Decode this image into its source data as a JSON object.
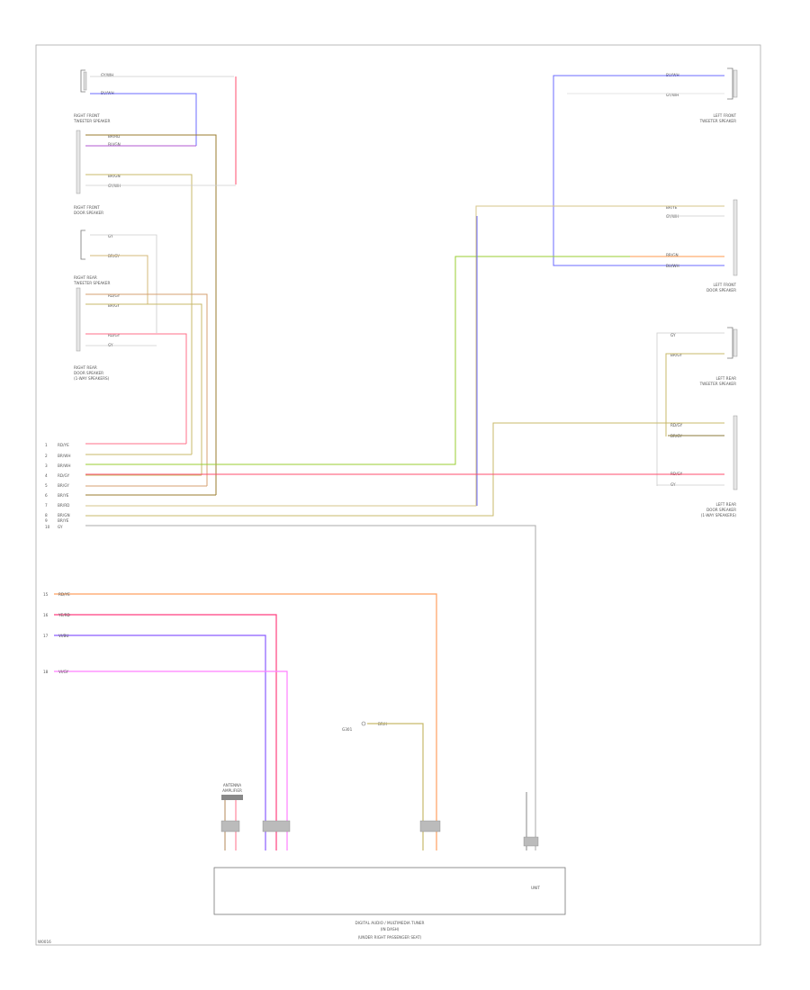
{
  "components": {
    "right_front_tweeter": [
      "RIGHT FRONT",
      "TWEETER SPEAKER"
    ],
    "right_front_door": [
      "RIGHT FRONT",
      "DOOR SPEAKER"
    ],
    "right_rear_tweeter": [
      "RIGHT REAR",
      "TWEETER SPEAKER"
    ],
    "right_rear_door": [
      "RIGHT REAR",
      "DOOR SPEAKER",
      "(1-WAY SPEAKERS)"
    ],
    "left_front_tweeter": [
      "LEFT FRONT",
      "TWEETER SPEAKER"
    ],
    "left_front_door": [
      "LEFT FRONT",
      "DOOR SPEAKER"
    ],
    "left_rear_tweeter": [
      "LEFT REAR",
      "TWEETER SPEAKER"
    ],
    "left_rear_door": [
      "LEFT REAR",
      "DOOR SPEAKER",
      "(1-WAY SPEAKERS)"
    ],
    "receiver": [
      "DIGITAL AUDIO / MULTIMEDIA TUNER",
      "(IN DASH)",
      "(UNDER RIGHT PASSENGER SEAT)"
    ],
    "antenna": [
      "ANTENNA",
      "AMPLIFIER"
    ],
    "ground": "G301",
    "unit_tag": "UNIT"
  },
  "wires": {
    "rf_tweeter": [
      "GY/WH",
      "BU/WH"
    ],
    "rf_door": [
      "BR/RD",
      "BU/GN",
      "BR/GN",
      "GY/WH"
    ],
    "rr_tweeter": [
      "GY",
      "BR/GY"
    ],
    "rr_door": [
      "RD/GY",
      "BR/GY",
      "RD/GY",
      "GY"
    ],
    "lf_tweeter": [
      "BU/WH",
      "GY/WH"
    ],
    "lf_door": [
      "BR/YE",
      "GY/WH",
      "BR/GN",
      "BU/WH"
    ],
    "lr_tweeter": [
      "GY",
      "BR/GY"
    ],
    "lr_door": [
      "RD/GY",
      "BR/GY",
      "RD/GY",
      "GY"
    ],
    "harness": [
      "RD/YE",
      "BR/WH",
      "BR/WH",
      "RD/GY",
      "BR/GY",
      "BR/YE",
      "BR/RD",
      "BR/GN",
      "BR/YE",
      "GY"
    ],
    "harness_pins": [
      "1",
      "2",
      "3",
      "4",
      "5",
      "6",
      "7",
      "8",
      "9",
      "10"
    ],
    "power": [
      "RD/YE",
      "YE/RD",
      "VI/BU",
      "VI/GY"
    ],
    "power_pins": [
      "15",
      "16",
      "17",
      "18"
    ],
    "ground_wire": "BR/H"
  },
  "footer": "W0016"
}
